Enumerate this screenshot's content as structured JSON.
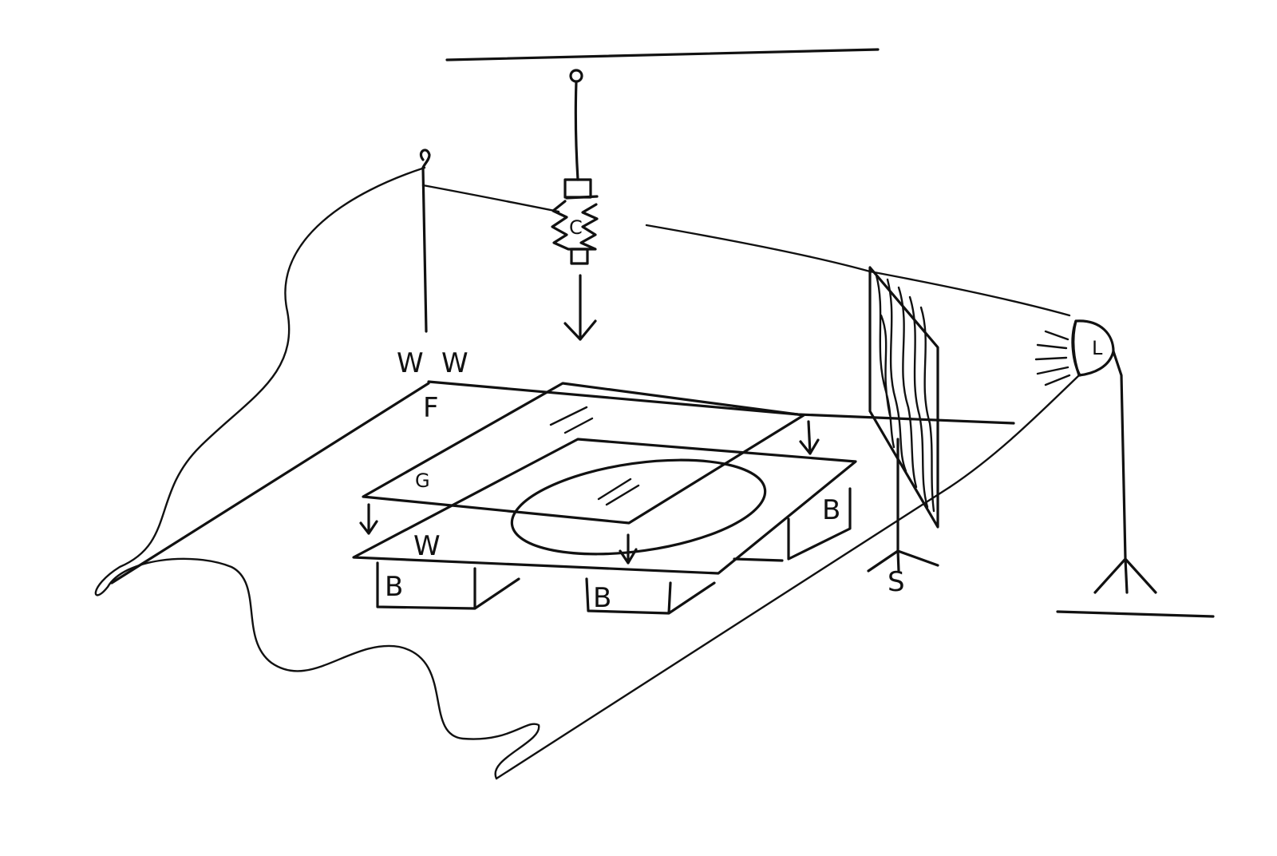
{
  "labels": {
    "w_left": "W",
    "w_right": "W",
    "f": "F",
    "g": "G",
    "w_front": "W",
    "c": "C",
    "l": "L",
    "s": "S",
    "b_left": "B",
    "b_center": "B",
    "b_right": "B"
  },
  "colors": {
    "ink": "#111111",
    "paper": "#ffffff"
  }
}
